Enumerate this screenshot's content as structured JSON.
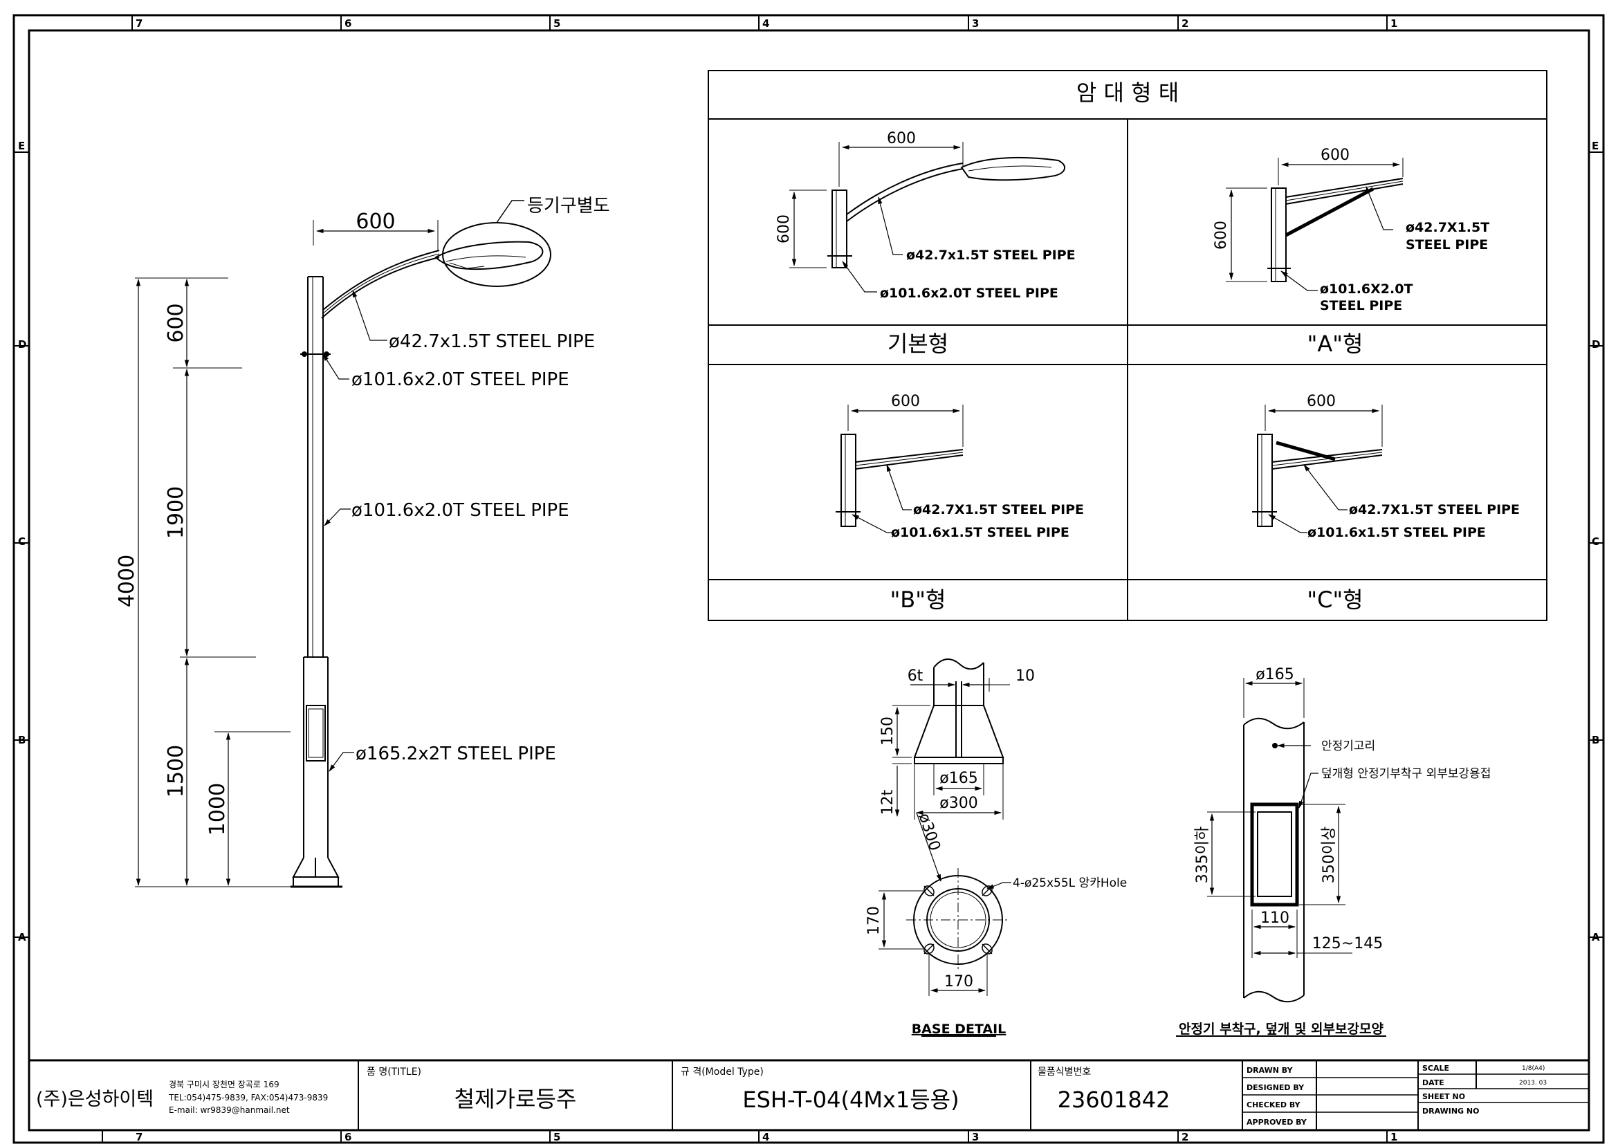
{
  "border": {
    "columns_top": [
      "7",
      "6",
      "5",
      "4",
      "3",
      "2",
      "1"
    ],
    "columns_bottom": [
      "7",
      "6",
      "5",
      "4",
      "3",
      "2",
      "1"
    ],
    "rows_left": [
      "E",
      "D",
      "C",
      "B",
      "A"
    ],
    "rows_right": [
      "E",
      "D",
      "C",
      "B",
      "A"
    ]
  },
  "main_view": {
    "arm_width": "600",
    "luminaire_label": "등기구별도",
    "arm_pipe": "ø42.7x1.5T STEEL PIPE",
    "upper_pipe_1": "ø101.6x2.0T STEEL PIPE",
    "upper_pipe_2": "ø101.6x2.0T STEEL PIPE",
    "lower_pipe": "ø165.2x2T STEEL PIPE",
    "dims": {
      "total": "4000",
      "top": "600",
      "middle": "1900",
      "bottom": "1500",
      "door": "1000"
    }
  },
  "arm_types": {
    "title": "암 대 형 태",
    "basic": {
      "label": "기본형",
      "width": "600",
      "height": "600",
      "arm_pipe": "ø42.7x1.5T STEEL PIPE",
      "pole_pipe": "ø101.6x2.0T STEEL PIPE"
    },
    "a": {
      "label": "\"A\"형",
      "width": "600",
      "height": "600",
      "arm_pipe_1": "ø42.7X1.5T",
      "arm_pipe_2": "STEEL PIPE",
      "pole_pipe_1": "ø101.6X2.0T",
      "pole_pipe_2": "STEEL PIPE"
    },
    "b": {
      "label": "\"B\"형",
      "width": "600",
      "arm_pipe": "ø42.7X1.5T STEEL PIPE",
      "pole_pipe": "ø101.6x1.5T STEEL PIPE"
    },
    "c": {
      "label": "\"C\"형",
      "width": "600",
      "arm_pipe": "ø42.7X1.5T STEEL PIPE",
      "pole_pipe": "ø101.6x1.5T STEEL PIPE"
    }
  },
  "base_detail": {
    "title": "BASE DETAIL",
    "rib_thickness": "6t",
    "gap": "10",
    "rib_height": "150",
    "plate_thickness": "12t",
    "pipe_dia": "ø165",
    "plate_dia": "ø300",
    "pcd": "ø300",
    "anchor_holes": "4-ø25x55L 앙카Hole",
    "bolt_spacing_v": "170",
    "bolt_spacing_h": "170"
  },
  "door_detail": {
    "title": "안정기 부착구, 덮개 및 외부보강모양",
    "pipe_dia": "ø165",
    "hook_label": "안정기고리",
    "reinforce_label": "덮개형 안정기부착구 외부보강용접",
    "opening_height": "335이하",
    "cover_height": "350이상",
    "opening_width": "110",
    "cover_width": "125~145"
  },
  "title_block": {
    "company": "(주)은성하이텍",
    "address": "경북 구미시 장천면 장곡로 169",
    "tel_fax": "TEL:054)475-9839, FAX:054)473-9839",
    "email": "E-mail: wr9839@hanmail.net",
    "title_caption": "품 명(TITLE)",
    "title_value": "철제가로등주",
    "model_caption": "규 격(Model Type)",
    "model_value": "ESH-T-04(4Mx1등용)",
    "id_caption": "물품식별번호",
    "id_value": "23601842",
    "drawn_by": "DRAWN BY",
    "designed_by": "DESIGNED BY",
    "checked_by": "CHECKED BY",
    "approved_by": "APPROVED BY",
    "scale_label": "SCALE",
    "scale_value": "1/8(A4)",
    "date_label": "DATE",
    "date_value": "2013. 03",
    "sheet_label": "SHEET NO",
    "drawing_label": "DRAWING NO"
  }
}
